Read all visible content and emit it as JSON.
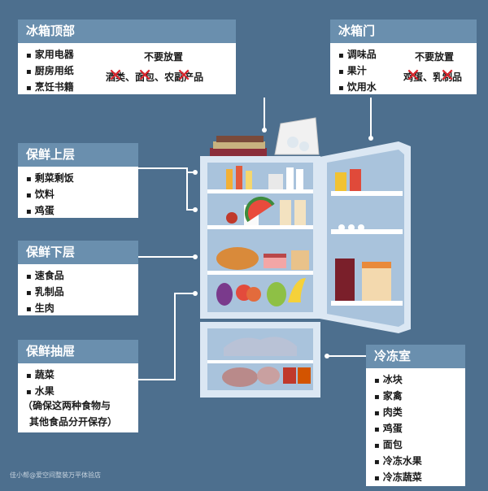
{
  "panels": {
    "top": {
      "title": "冰箱顶部",
      "items": [
        "家用电器",
        "厨房用纸",
        "烹饪书籍"
      ],
      "avoid_title": "不要放置",
      "avoid_items": [
        "酒类",
        "面包",
        "农副产品"
      ]
    },
    "door": {
      "title": "冰箱门",
      "items": [
        "调味品",
        "果汁",
        "饮用水"
      ],
      "avoid_title": "不要放置",
      "avoid_items": [
        "鸡蛋",
        "乳制品"
      ]
    },
    "upper": {
      "title": "保鲜上层",
      "items": [
        "剩菜剩饭",
        "饮料",
        "鸡蛋"
      ]
    },
    "lower": {
      "title": "保鲜下层",
      "items": [
        "速食品",
        "乳制品",
        "生肉"
      ]
    },
    "drawer": {
      "title": "保鲜抽屉",
      "items": [
        "蔬菜",
        "水果"
      ],
      "note_line1": "（确保这两种食物与",
      "note_line2": "其他食品分开保存）"
    },
    "freezer": {
      "title": "冷冻室",
      "items": [
        "冰块",
        "家禽",
        "肉类",
        "鸡蛋",
        "面包",
        "冷冻水果",
        "冷冻蔬菜"
      ]
    }
  },
  "watermark": "佳小帮@爱空间整装万平体验店",
  "colors": {
    "background": "#4d6f8e",
    "panel_header": "#6a8fae",
    "cross": "#d8242b",
    "fridge_body": "#dbe7f3",
    "fridge_inner": "#a9c3dc"
  }
}
